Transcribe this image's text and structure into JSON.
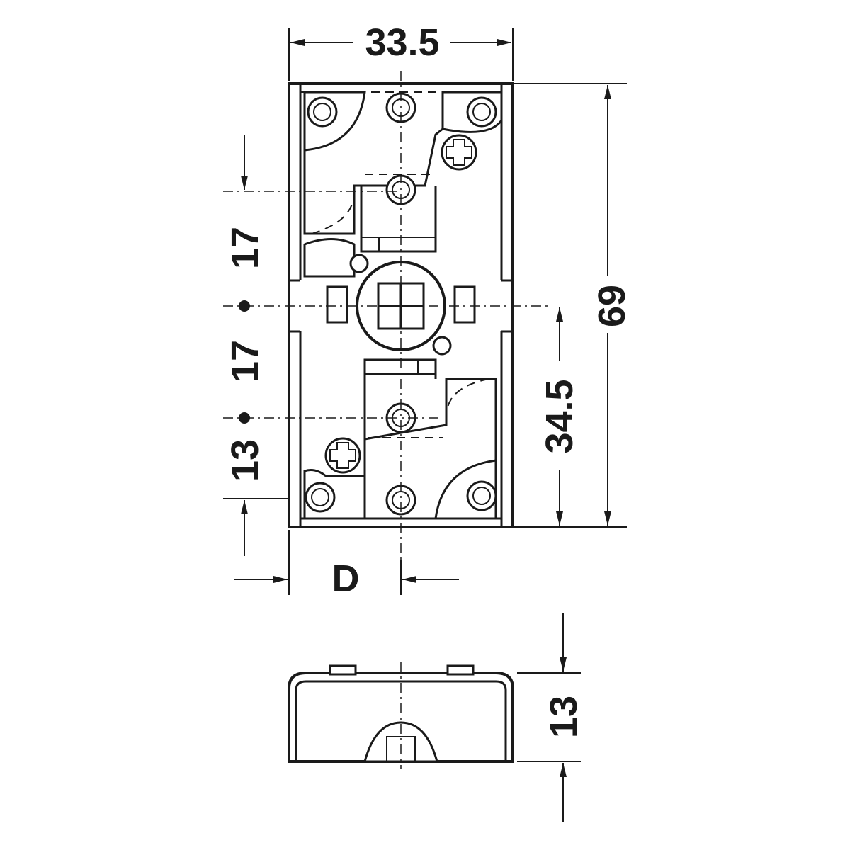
{
  "dimensions": {
    "width_top": "33.5",
    "height_total": "69",
    "height_half": "34.5",
    "pitch_upper": "17",
    "pitch_lower": "17",
    "bottom_offset": "13",
    "depth_label": "D",
    "side_height": "13"
  },
  "colors": {
    "line": "#1a1a1a",
    "background": "#ffffff"
  }
}
